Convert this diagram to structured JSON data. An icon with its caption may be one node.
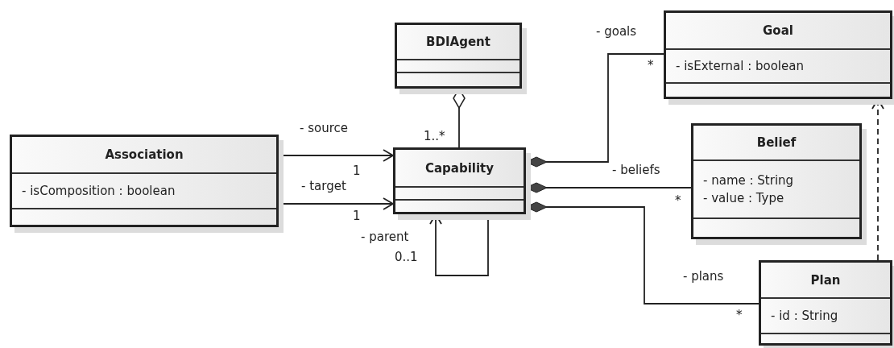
{
  "diagram": {
    "nodes": [
      {
        "text": [
          "BDIAgent"
        ]
      },
      {
        "text": [
          "Association",
          "- isComposition : boolean"
        ]
      },
      {
        "text": [
          "Capability"
        ]
      },
      {
        "text": [
          "Goal",
          "- isExternal : boolean"
        ]
      },
      {
        "text": [
          "Belief",
          "- name : String",
          "- value : Type"
        ]
      },
      {
        "text": [
          "Plan",
          "- id : String"
        ]
      }
    ],
    "edges": [
      {
        "from": 0,
        "to": 2,
        "arrow": "other"
      },
      {
        "from": 1,
        "to": 2,
        "arrow": "to",
        "label": "- source"
      },
      {
        "from": 1,
        "to": 2,
        "arrow": "to",
        "label": "- target"
      },
      {
        "from": 2,
        "to": 2,
        "arrow": "to",
        "label": "- parent"
      },
      {
        "from": 2,
        "to": 3,
        "arrow": "other",
        "label": "- goals"
      },
      {
        "from": 2,
        "to": 4,
        "arrow": "other",
        "label": "- beliefs"
      },
      {
        "from": 2,
        "to": 5,
        "arrow": "other",
        "label": "- plans"
      },
      {
        "from": 5,
        "to": 3,
        "arrow": "to",
        "style": "dashed"
      }
    ],
    "labels": [
      "*",
      "1..*",
      "1",
      "*",
      "1",
      "0..1",
      "*"
    ]
  }
}
